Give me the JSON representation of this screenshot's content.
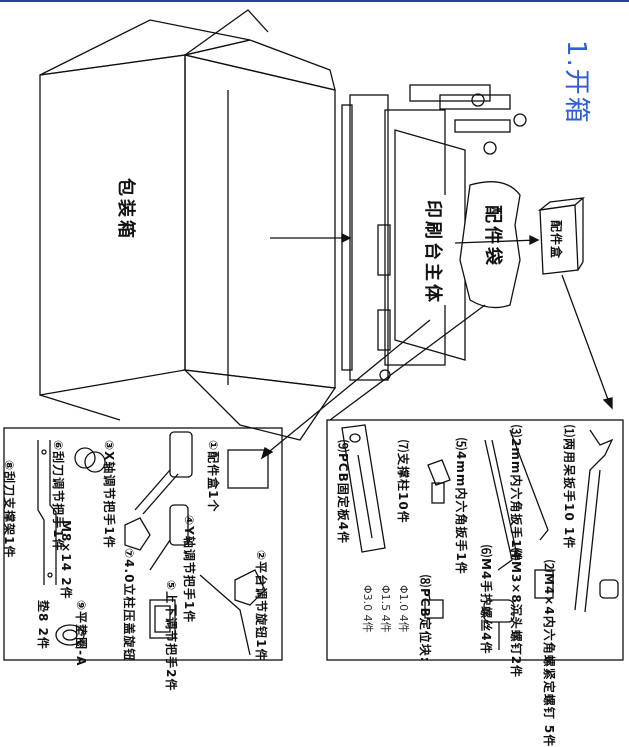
{
  "header": {
    "title": "1.开箱"
  },
  "main_labels": {
    "box": "包装箱",
    "printer": "印刷台主体",
    "bag": "配件袋",
    "accessory_box": "配件盒"
  },
  "left_panel": {
    "items": [
      "①配件盒1个",
      "②平台调节旋钮1件",
      "③X轴调节把手1件",
      "④Y轴调节把手1件",
      "⑤上下调节把手2件",
      "⑥刮刀调节把手1件",
      "⑦4.0立柱压盖旋钮",
      "⑧刮刀支撑架1件",
      "⑨平垫圈-A",
      "M8×14 2件",
      "垫8 2件"
    ]
  },
  "right_panel": {
    "items": [
      "⑴两用呆扳手10 1件",
      "⑵M4×4内六角螺紧定螺钉 5件",
      "⑶2mm内六角扳手1件",
      "⑷M3×8沉头螺钉2件",
      "⑸4mm内六角扳手1件",
      "⑹M4手拧螺丝4件",
      "⑺支撑柱10件",
      "⑻PCB定位块:",
      "⑼PCB固定板4件"
    ],
    "pins": [
      "Φ1.0 4件",
      "Φ1.5 4件",
      "Φ3.0 4件"
    ]
  }
}
